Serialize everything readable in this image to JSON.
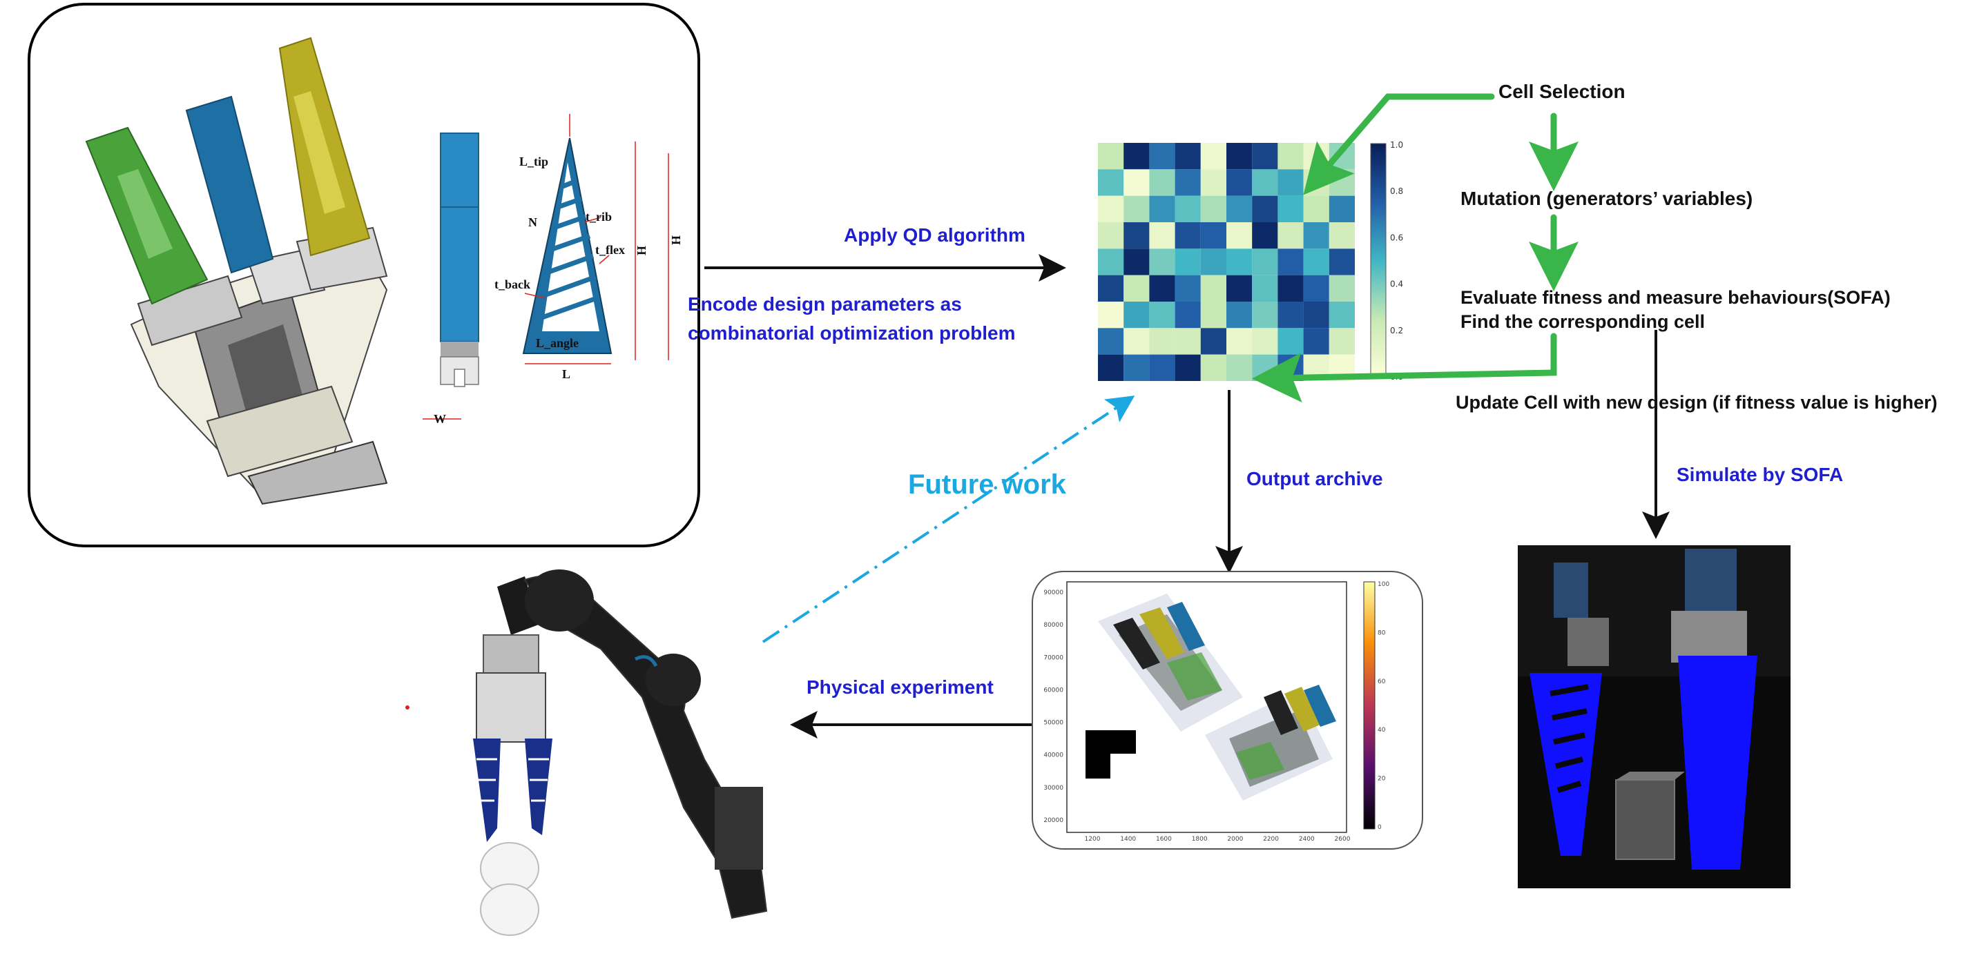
{
  "labels": {
    "apply_qd": "Apply QD algorithm",
    "encode_line1": "Encode design parameters as",
    "encode_line2": "combinatorial optimization problem",
    "future_work": "Future work",
    "output_archive": "Output archive",
    "physical_experiment": "Physical experiment",
    "simulate": "Simulate by SOFA"
  },
  "steps": {
    "cell_selection": "Cell Selection",
    "mutation": "Mutation (generators’ variables)",
    "evaluate_line1": "Evaluate fitness and measure behaviours(SOFA)",
    "evaluate_line2": "Find the corresponding cell",
    "update": "Update Cell with new design (if fitness value is higher)"
  },
  "finger_dims": {
    "l_tip": "L_tip",
    "n": "N",
    "t_rib": "t_rib",
    "t_flex": "t_flex",
    "t_back": "t_back",
    "l_angle": "L_angle",
    "l": "L",
    "h": "H",
    "h_outer": "H",
    "w": "W"
  },
  "heatmap": {
    "colorbar_ticks": [
      "1.0",
      "0.8",
      "0.6",
      "0.4",
      "0.2",
      "0.0"
    ],
    "grid": [
      [
        0.25,
        0.95,
        0.7,
        0.9,
        0.08,
        0.95,
        0.85,
        0.25,
        0.1,
        0.35
      ],
      [
        0.45,
        0.05,
        0.35,
        0.7,
        0.15,
        0.8,
        0.45,
        0.55,
        0.2,
        0.3
      ],
      [
        0.1,
        0.3,
        0.6,
        0.45,
        0.3,
        0.6,
        0.85,
        0.5,
        0.25,
        0.65
      ],
      [
        0.2,
        0.85,
        0.1,
        0.8,
        0.75,
        0.1,
        0.95,
        0.2,
        0.6,
        0.2
      ],
      [
        0.45,
        0.95,
        0.4,
        0.5,
        0.55,
        0.5,
        0.45,
        0.75,
        0.5,
        0.8
      ],
      [
        0.85,
        0.25,
        0.95,
        0.7,
        0.25,
        0.95,
        0.45,
        0.95,
        0.75,
        0.3
      ],
      [
        0.05,
        0.55,
        0.45,
        0.75,
        0.25,
        0.65,
        0.4,
        0.8,
        0.85,
        0.45
      ],
      [
        0.7,
        0.1,
        0.2,
        0.2,
        0.85,
        0.1,
        0.15,
        0.5,
        0.8,
        0.2
      ],
      [
        0.95,
        0.7,
        0.75,
        0.95,
        0.25,
        0.3,
        0.4,
        0.75,
        0.1,
        0.05
      ]
    ]
  },
  "archive_plot": {
    "y_ticks": [
      "90000",
      "80000",
      "70000",
      "60000",
      "50000",
      "40000",
      "30000",
      "20000"
    ],
    "x_ticks": [
      "1200",
      "1400",
      "1600",
      "1800",
      "2000",
      "2200",
      "2400",
      "2600"
    ],
    "colorbar_ticks": [
      "100",
      "80",
      "60",
      "40",
      "20",
      "0"
    ]
  },
  "colors": {
    "arrow_black": "#111111",
    "arrow_green": "#39b54a",
    "future_cyan": "#1ba8e0",
    "label_blue": "#1f1fd0",
    "finger_green": "#4aa23a",
    "finger_blue": "#1e6fa3",
    "finger_olive": "#b8ad24",
    "sim_blue": "#1010ff"
  }
}
